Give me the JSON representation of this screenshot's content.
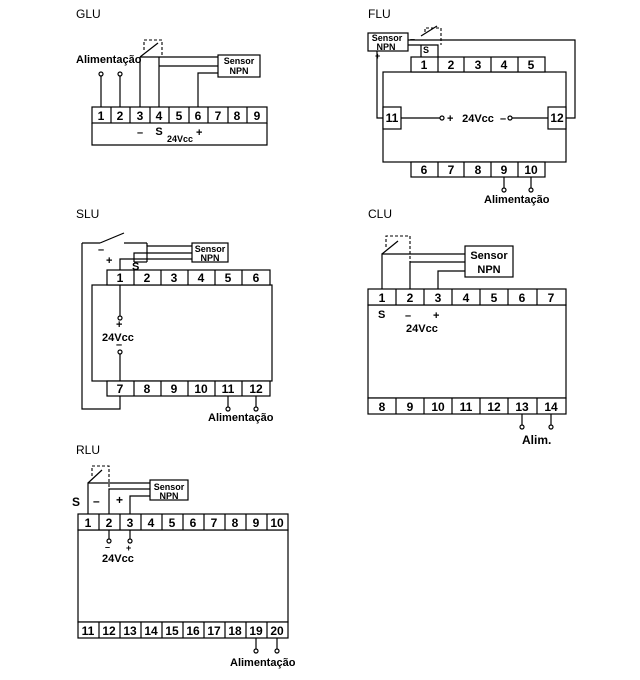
{
  "diagrams": {
    "glu": {
      "title": "GLU",
      "terminals": [
        "1",
        "2",
        "3",
        "4",
        "5",
        "6",
        "7",
        "8",
        "9"
      ],
      "power_label": "Alimentação",
      "sensor_line1": "Sensor",
      "sensor_line2": "NPN",
      "voltage": "24Vcc",
      "minus": "–",
      "s": "S",
      "plus": "+"
    },
    "flu": {
      "title": "FLU",
      "top_terminals": [
        "1",
        "2",
        "3",
        "4",
        "5"
      ],
      "bottom_terminals": [
        "6",
        "7",
        "8",
        "9",
        "10"
      ],
      "left_terminal": "11",
      "right_terminal": "12",
      "sensor_line1": "Sensor",
      "sensor_line2": "NPN",
      "sensor_minus": "–",
      "sensor_s": "S",
      "sensor_plus": "+",
      "voltage": "24Vcc",
      "plus": "+",
      "minus": "–",
      "power_label": "Alimentação"
    },
    "slu": {
      "title": "SLU",
      "top_terminals": [
        "1",
        "2",
        "3",
        "4",
        "5",
        "6"
      ],
      "bottom_terminals": [
        "7",
        "8",
        "9",
        "10",
        "11",
        "12"
      ],
      "sensor_line1": "Sensor",
      "sensor_line2": "NPN",
      "minus": "–",
      "plus": "+",
      "s": "S",
      "voltage": "24Vcc",
      "power_label": "Alimentação"
    },
    "clu": {
      "title": "CLU",
      "top_terminals": [
        "1",
        "2",
        "3",
        "4",
        "5",
        "6",
        "7"
      ],
      "bottom_terminals": [
        "8",
        "9",
        "10",
        "11",
        "12",
        "13",
        "14"
      ],
      "sensor_line1": "Sensor",
      "sensor_line2": "NPN",
      "s": "S",
      "minus": "–",
      "plus": "+",
      "voltage": "24Vcc",
      "power_label": "Alim."
    },
    "rlu": {
      "title": "RLU",
      "top_terminals": [
        "1",
        "2",
        "3",
        "4",
        "5",
        "6",
        "7",
        "8",
        "9",
        "10"
      ],
      "bottom_terminals": [
        "11",
        "12",
        "13",
        "14",
        "15",
        "16",
        "17",
        "18",
        "19",
        "20"
      ],
      "sensor_line1": "Sensor",
      "sensor_line2": "NPN",
      "s": "S",
      "minus": "–",
      "plus": "+",
      "voltage": "24Vcc",
      "power_label": "Alimentação"
    }
  }
}
